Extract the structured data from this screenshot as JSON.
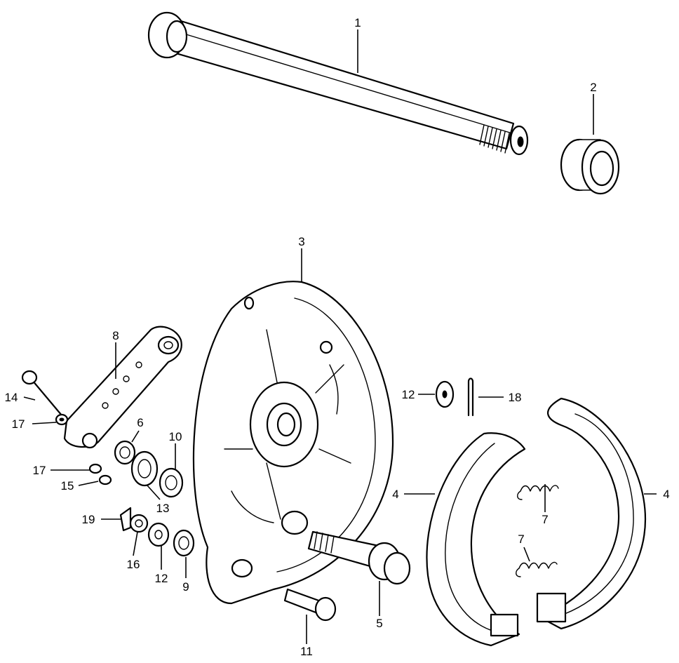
{
  "callouts": {
    "c1": "1",
    "c2": "2",
    "c3": "3",
    "c4a": "4",
    "c4b": "4",
    "c5": "5",
    "c6": "6",
    "c7a": "7",
    "c7b": "7",
    "c8": "8",
    "c9": "9",
    "c10": "10",
    "c11": "11",
    "c12a": "12",
    "c12b": "12",
    "c13": "13",
    "c14": "14",
    "c15": "15",
    "c16": "16",
    "c17a": "17",
    "c17b": "17",
    "c18": "18",
    "c19": "19"
  },
  "colors": {
    "line": "#000000",
    "background": "#ffffff"
  }
}
